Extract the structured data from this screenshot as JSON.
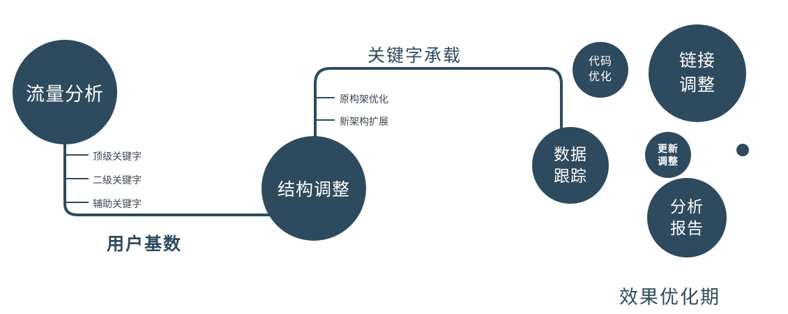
{
  "colors": {
    "primary": "#2e4a5e",
    "label": "#3c4650",
    "background": "#ffffff"
  },
  "nodes": {
    "traffic_analysis": {
      "label": "流量分析"
    },
    "structure_adjust": {
      "label": "结构调整"
    },
    "data_tracking": {
      "lines": [
        "数据",
        "跟踪"
      ]
    },
    "code_optimize": {
      "lines": [
        "代码",
        "优化"
      ]
    },
    "link_adjust": {
      "lines": [
        "链接",
        "调整"
      ]
    },
    "update_adjust": {
      "lines": [
        "更新",
        "调整"
      ]
    },
    "analysis_report": {
      "lines": [
        "分析",
        "报告"
      ]
    }
  },
  "edge_labels": {
    "user_base": "用户基数",
    "keyword_carry": "关键字承载"
  },
  "branches": {
    "traffic": [
      "顶级关键字",
      "二级关键字",
      "辅助关键字"
    ],
    "structure": [
      "原构架优化",
      "新架构扩展"
    ]
  },
  "caption": "效果优化期"
}
